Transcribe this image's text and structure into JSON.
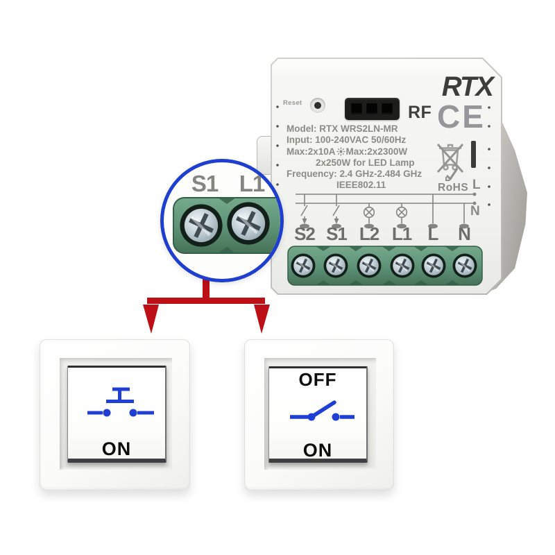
{
  "device": {
    "brand": "RTX",
    "radio_label": "RF",
    "reset_label": "Reset",
    "specs": {
      "model": "Model: RTX WRS2LN-MR",
      "input": "Input: 100-240VAC 50/60Hz",
      "max_current": "Max:2x10A",
      "max_power": "Max:2x2300W",
      "led_power": "2x250W for LED Lamp",
      "frequency": "Frequency: 2.4 GHz-2.484 GHz",
      "standard": "IEEE802.11"
    },
    "marks": {
      "ce": "CE",
      "rohs": "RoHS"
    },
    "rails": {
      "live": "L",
      "neutral": "N"
    },
    "terminals": [
      "S2",
      "S1",
      "L2",
      "L1",
      "L",
      "N"
    ]
  },
  "magnifier": {
    "labels": [
      "S1",
      "L1"
    ]
  },
  "switches": {
    "momentary": {
      "label_on": "ON"
    },
    "toggle": {
      "label_off": "OFF",
      "label_on": "ON"
    }
  },
  "colors": {
    "magnifier_blue": "#1e3ecf",
    "arrow_red": "#bc1016",
    "symbol_blue": "#1f3fd4",
    "terminal_green": "#5f9478",
    "print_grey": "#8a8a85"
  }
}
